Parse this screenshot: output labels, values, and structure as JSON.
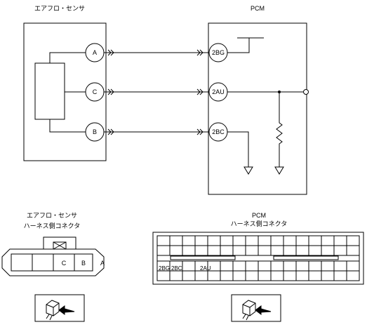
{
  "diagram": {
    "sensor_title": "エアフロ・センサ",
    "pcm_title": "PCM",
    "sensor_pins": [
      "A",
      "C",
      "B"
    ],
    "pcm_pins": [
      "2BG",
      "2AU",
      "2BC"
    ],
    "sensor_connector": {
      "title_line1": "エアフロ・センサ",
      "title_line2": "ハーネス側コネクタ",
      "cells": [
        "",
        "",
        "",
        "C",
        "B",
        "A"
      ]
    },
    "pcm_connector": {
      "title_line1": "PCM",
      "title_line2": "ハーネス側コネクタ",
      "row3_labels": [
        "2BG",
        "2BC",
        "",
        "2AU"
      ]
    },
    "icons": [
      "connector-view-icon",
      "connector-view-icon"
    ]
  }
}
